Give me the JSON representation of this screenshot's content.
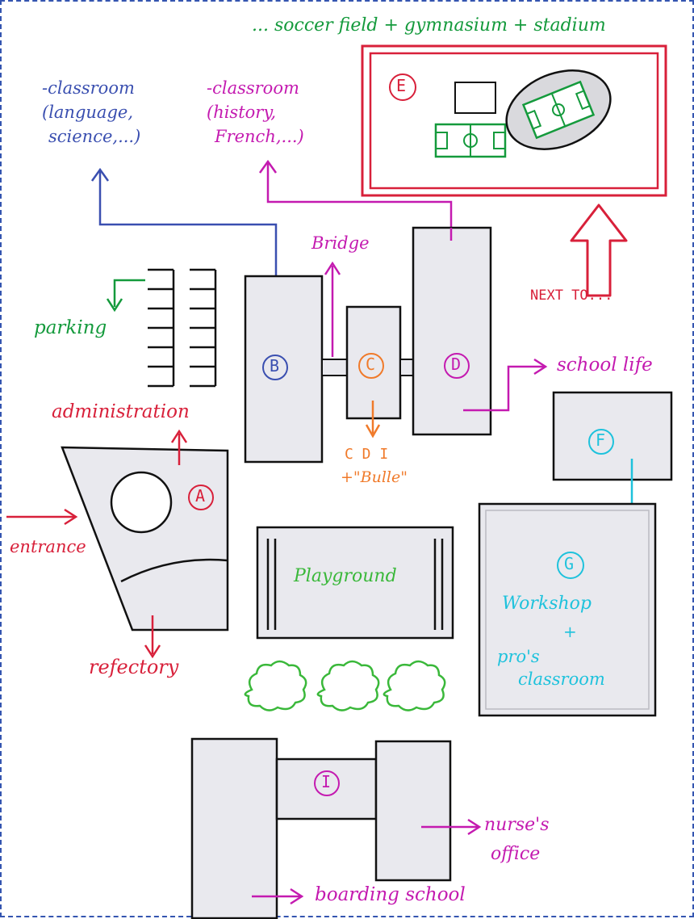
{
  "labels": {
    "top_right": "... soccer field + gymnasium + stadium",
    "classroom_1": "classroom (language, science,...)",
    "classroom_1_l1": "-classroom",
    "classroom_1_l2": "(language,",
    "classroom_1_l3": "science,...)",
    "classroom_2": "classroom (history, French,...)",
    "classroom_2_l1": "-classroom",
    "classroom_2_l2": "(history,",
    "classroom_2_l3": "French,...)",
    "bridge": "Bridge",
    "next_to": "NEXT TO...",
    "parking": "parking",
    "school_life": "school life",
    "administration": "administration",
    "cdi_l1": "C D I",
    "cdi_l2": "+\"Bulle\"",
    "entrance": "entrance",
    "refectory": "refectory",
    "playground": "Playground",
    "workshop_l1": "Workshop",
    "workshop_l2": "+",
    "workshop_l3": "pro's",
    "workshop_l4": "classroom",
    "nurse_l1": "nurse's",
    "nurse_l2": "office",
    "boarding": "boarding school"
  },
  "buildings": {
    "A": "A",
    "B": "B",
    "C": "C",
    "D": "D",
    "E": "E",
    "F": "F",
    "G": "G",
    "I": "I"
  },
  "colors": {
    "blue": "#3a4fb0",
    "magenta": "#c41ab0",
    "green": "#149a3c",
    "red": "#d8203a",
    "orange": "#f07a2a",
    "cyan": "#1ec2dc",
    "lightgreen": "#3ab83a",
    "black": "#111111",
    "grey": "#e9e9ee"
  }
}
